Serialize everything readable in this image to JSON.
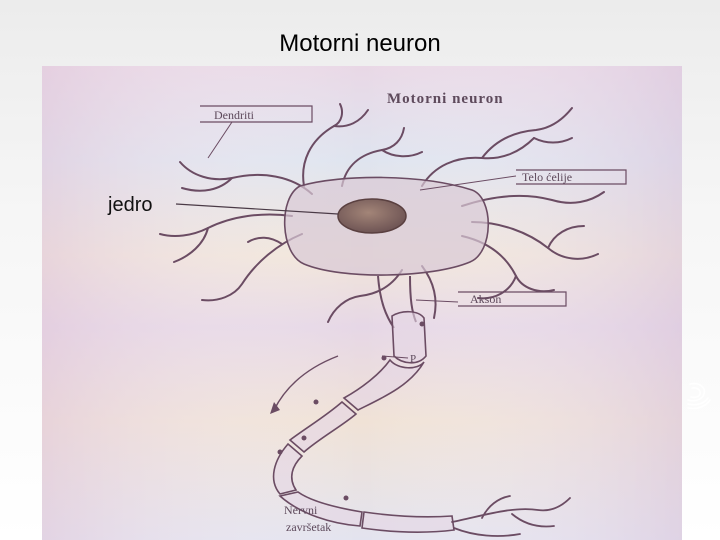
{
  "slide": {
    "title": "Motorni neuron"
  },
  "figure": {
    "heading": "Motorni neuron",
    "labels": {
      "dendrites": "Dendriti",
      "cell_body": "Telo ćelije",
      "axon": "Akson",
      "nerve_ending_line1": "Nervni",
      "nerve_ending_line2": "završetak",
      "node_marker": "P"
    }
  },
  "overlay": {
    "nucleus_label": "jedro"
  },
  "colors": {
    "ink": "#6b4c63",
    "nucleus": "#7a5a5a",
    "cell_fill": "#d9c9d6"
  }
}
